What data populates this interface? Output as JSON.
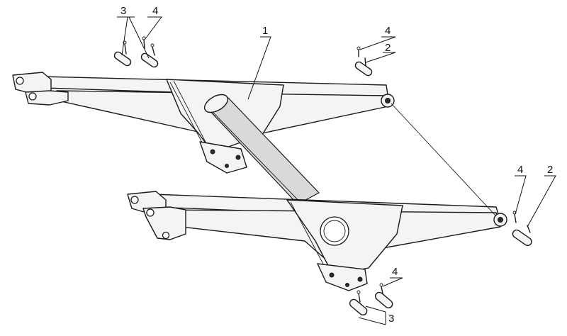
{
  "labels": {
    "frame": "1",
    "pin_right_upper": "2",
    "pin_right_lower": "2",
    "pin_left_upper": "3",
    "pin_bottom": "3",
    "cotter_left_upper": "4",
    "cotter_right_upper": "4",
    "cotter_right_lower": "4",
    "cotter_bottom": "4"
  }
}
